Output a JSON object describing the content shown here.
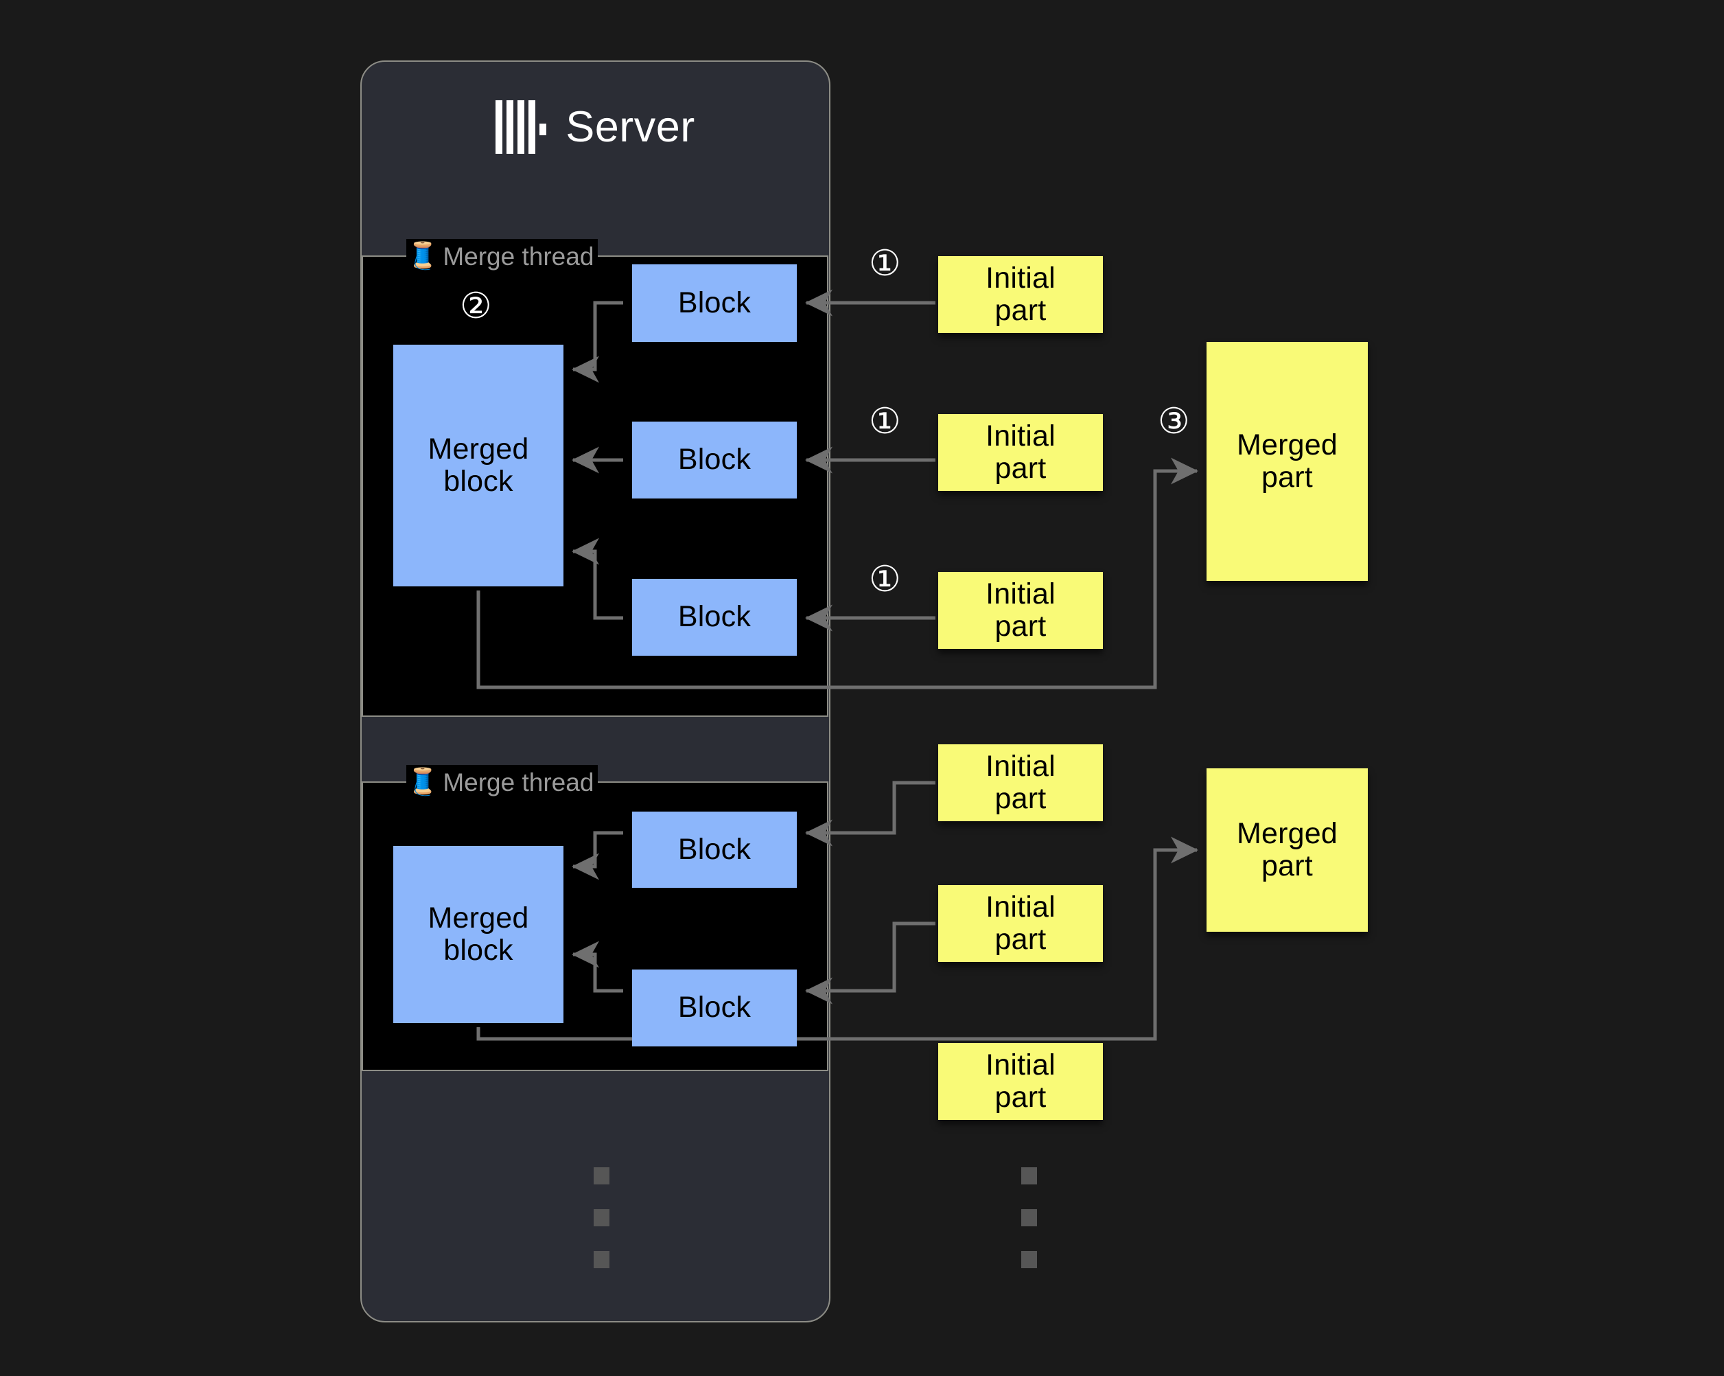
{
  "page": {
    "background": "#1a1a1a",
    "title": "ClickHouse merge: blocks to merged parts"
  },
  "server": {
    "title": "Server",
    "logo_icon": "clickhouse-logo-icon",
    "panel_color": "#2b2d35",
    "border_color": "#8d8d86"
  },
  "merge_threads": [
    {
      "label": "Merge thread",
      "icon": "thread-spool-icon",
      "merged_block_label": "Merged\nblock",
      "merged_block_text_line1": "Merged",
      "merged_block_text_line2": "block",
      "blocks": [
        {
          "label": "Block"
        },
        {
          "label": "Block"
        },
        {
          "label": "Block"
        }
      ]
    },
    {
      "label": "Merge thread",
      "icon": "thread-spool-icon",
      "merged_block_text_line1": "Merged",
      "merged_block_text_line2": "block",
      "blocks": [
        {
          "label": "Block"
        },
        {
          "label": "Block"
        }
      ]
    }
  ],
  "initial_parts": [
    {
      "line1": "Initial",
      "line2": "part"
    },
    {
      "line1": "Initial",
      "line2": "part"
    },
    {
      "line1": "Initial",
      "line2": "part"
    },
    {
      "line1": "Initial",
      "line2": "part"
    },
    {
      "line1": "Initial",
      "line2": "part"
    },
    {
      "line1": "Initial",
      "line2": "part"
    }
  ],
  "merged_parts": [
    {
      "line1": "Merged",
      "line2": "part"
    },
    {
      "line1": "Merged",
      "line2": "part"
    }
  ],
  "steps": [
    {
      "id": "step-1-top",
      "label": "①"
    },
    {
      "id": "step-1-middle",
      "label": "①"
    },
    {
      "id": "step-1-bottom",
      "label": "①"
    },
    {
      "id": "step-2",
      "label": "②"
    },
    {
      "id": "step-3",
      "label": "③"
    }
  ],
  "ellipsis": {
    "left_dots": 3,
    "right_dots": 3,
    "color": "#565656"
  },
  "colors": {
    "block_blue": "#8cb6fb",
    "part_yellow": "#f9fa77",
    "arrow_gray": "#6f6f6f",
    "thread_label_gray": "#9b9b9b",
    "thread_bg": "#000000"
  }
}
